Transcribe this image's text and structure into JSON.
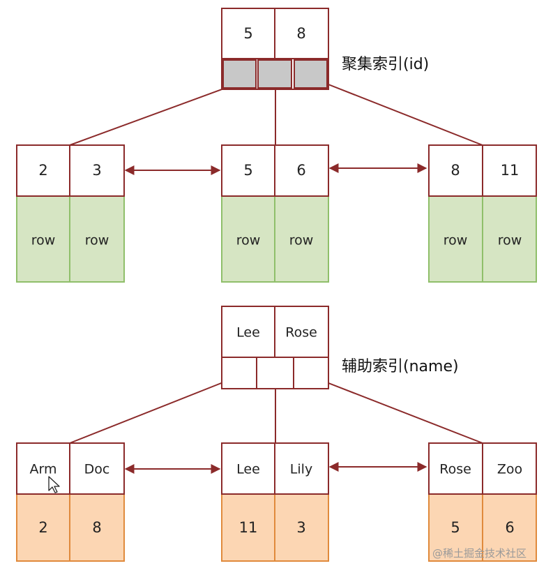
{
  "colors": {
    "border": "#8b2a2a",
    "pointer_cell": "#c8c8c8",
    "row_fill": "#d6e5c3",
    "row_border": "#8fbf6a",
    "value_fill": "#fcd6b3",
    "value_border": "#e08a3c",
    "node_fill": "#ffffff"
  },
  "clustered": {
    "label": "聚集索引(id)",
    "root": {
      "keys": [
        "5",
        "8"
      ]
    },
    "leaves": [
      {
        "keys": [
          "2",
          "3"
        ],
        "values": [
          "row",
          "row"
        ]
      },
      {
        "keys": [
          "5",
          "6"
        ],
        "values": [
          "row",
          "row"
        ]
      },
      {
        "keys": [
          "8",
          "11"
        ],
        "values": [
          "row",
          "row"
        ]
      }
    ]
  },
  "secondary": {
    "label": "辅助索引(name)",
    "root": {
      "keys": [
        "Lee",
        "Rose"
      ]
    },
    "leaves": [
      {
        "keys": [
          "Arm",
          "Doc"
        ],
        "values": [
          "2",
          "8"
        ]
      },
      {
        "keys": [
          "Lee",
          "Lily"
        ],
        "values": [
          "11",
          "3"
        ]
      },
      {
        "keys": [
          "Rose",
          "Zoo"
        ],
        "values": [
          "5",
          "6"
        ]
      }
    ]
  },
  "watermark": "@稀土掘金技术社区",
  "icons": {
    "cursor": "mouse-cursor-icon"
  }
}
